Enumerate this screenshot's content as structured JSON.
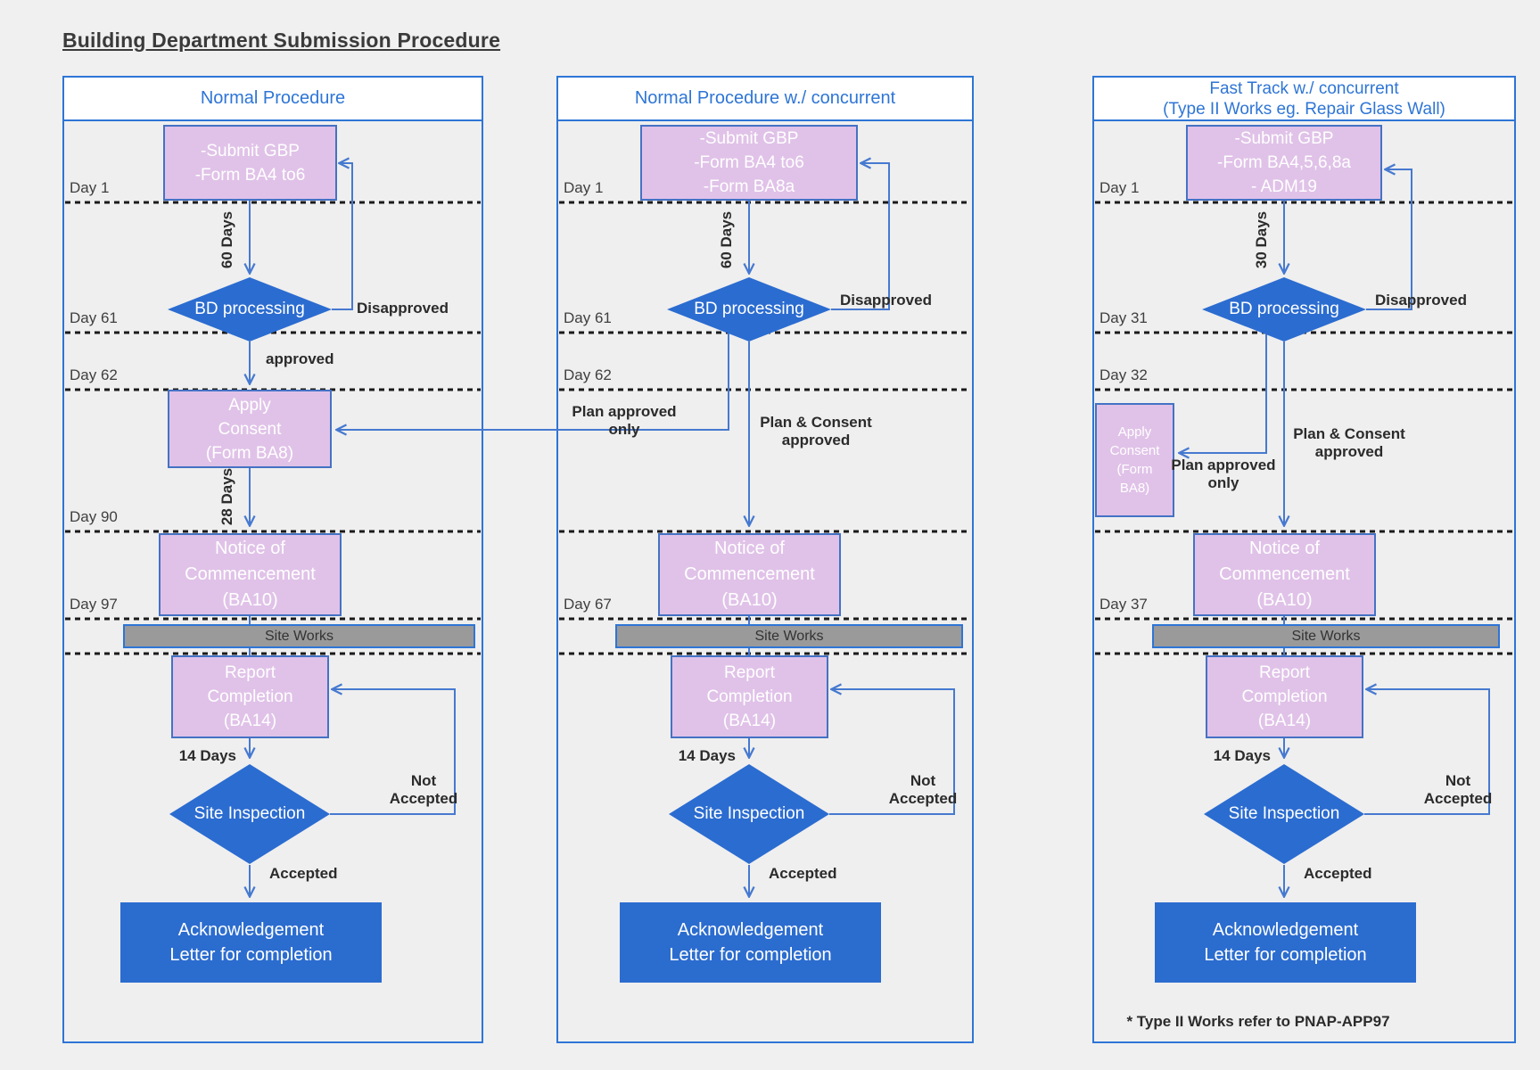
{
  "title": "Building Department Submission Procedure",
  "colors": {
    "column_border": "#2E75D6",
    "header_text": "#2E75D6",
    "shape_blue": "#2B6CCF",
    "pink_box_fill": "#E0C2E8",
    "pink_box_border": "#4472C4",
    "site_works_gray": "#9A9A9A",
    "connector_blue": "#4679D0",
    "day_line_black": "#1a1a1a",
    "label_text": "#2b2b2b",
    "background": "#F0F0F0"
  },
  "columns": [
    {
      "header": "Normal Procedure",
      "submit_box": "-Submit GBP\n-Form BA4 to6",
      "duration_to_processing": "60 Days",
      "processing": "BD processing",
      "disapproved": "Disapproved",
      "approved": "approved",
      "apply_consent": "Apply\nConsent\n(Form BA8)",
      "duration_to_notice": "28 Days",
      "notice": "Notice of\nCommencement\n(BA10)",
      "site_works": "Site Works",
      "report": "Report\nCompletion\n(BA14)",
      "duration_to_inspection": "14 Days",
      "inspection": "Site Inspection",
      "not_accepted": "Not\nAccepted",
      "accepted": "Accepted",
      "acknowledgement": "Acknowledgement\nLetter for completion",
      "days": [
        "Day 1",
        "Day 61",
        "Day 62",
        "Day 90",
        "Day 97"
      ]
    },
    {
      "header": "Normal Procedure w./ concurrent",
      "submit_box": "-Submit GBP\n-Form BA4 to6\n-Form BA8a",
      "duration_to_processing": "60 Days",
      "processing": "BD processing",
      "disapproved": "Disapproved",
      "plan_approved_only": "Plan approved\nonly",
      "plan_consent_approved": "Plan & Consent\napproved",
      "notice": "Notice of\nCommencement\n(BA10)",
      "site_works": "Site Works",
      "report": "Report\nCompletion\n(BA14)",
      "duration_to_inspection": "14 Days",
      "inspection": "Site Inspection",
      "not_accepted": "Not\nAccepted",
      "accepted": "Accepted",
      "acknowledgement": "Acknowledgement\nLetter for completion",
      "days": [
        "Day 1",
        "Day 61",
        "Day 62",
        "Day 67"
      ]
    },
    {
      "header": "Fast Track w./ concurrent\n(Type II Works eg. Repair Glass Wall)",
      "submit_box": "-Submit GBP\n-Form BA4,5,6,8a\n- ADM19",
      "duration_to_processing": "30 Days",
      "processing": "BD processing",
      "disapproved": "Disapproved",
      "apply_consent_side": "Apply\nConsent\n(Form\nBA8)",
      "plan_approved_only": "Plan approved\nonly",
      "plan_consent_approved": "Plan & Consent\napproved",
      "notice": "Notice of\nCommencement\n(BA10)",
      "site_works": "Site Works",
      "report": "Report\nCompletion\n(BA14)",
      "duration_to_inspection": "14 Days",
      "inspection": "Site Inspection",
      "not_accepted": "Not\nAccepted",
      "accepted": "Accepted",
      "acknowledgement": "Acknowledgement\nLetter for completion",
      "days": [
        "Day 1",
        "Day 31",
        "Day 32",
        "Day 37"
      ],
      "footnote": "* Type II Works refer to PNAP-APP97"
    }
  ]
}
